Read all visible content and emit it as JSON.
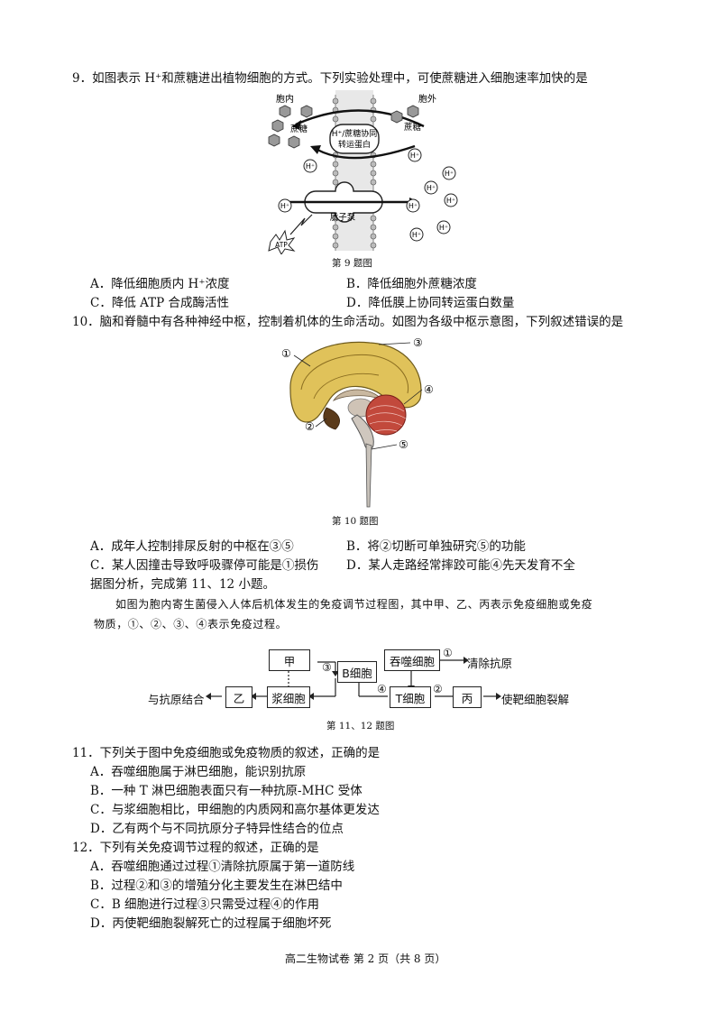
{
  "q9": {
    "stem": "9．如图表示 H⁺和蔗糖进出植物细胞的方式。下列实验处理中，可使蔗糖进入细胞速率加快的是",
    "fig": {
      "inside": "胞内",
      "outside": "胞外",
      "sucrose_in": "蔗糖",
      "sucrose_out": "蔗糖",
      "symporter_l1": "H⁺/蔗糖协同",
      "symporter_l2": "转运蛋白",
      "pump": "质子泵",
      "hplus": "H⁺",
      "atp": "ATP"
    },
    "caption": "第 9 题图",
    "options": [
      "A．降低细胞质内 H⁺浓度",
      "B．降低细胞外蔗糖浓度",
      "C．降低 ATP 合成酶活性",
      "D．降低膜上协同转运蛋白数量"
    ]
  },
  "q10": {
    "stem": "10．脑和脊髓中有各种神经中枢，控制着机体的生命活动。如图为各级中枢示意图，下列叙述错误的是",
    "labels": [
      "①",
      "②",
      "③",
      "④",
      "⑤"
    ],
    "caption": "第 10 题图",
    "options": [
      "A．成年人控制排尿反射的中枢在③⑤",
      "B．将②切断可单独研究⑤的功能",
      "C．某人因撞击导致呼吸骤停可能是①损伤",
      "D．某人走路经常摔跤可能④先天发育不全"
    ]
  },
  "passage": {
    "intro": "据图分析，完成第 11、12 小题。",
    "line1": "如图为胞内寄生菌侵入人体后机体发生的免疫调节过程图，其中甲、乙、丙表示免疫细胞或免疫",
    "line2": "物质，①、②、③、④表示免疫过程。"
  },
  "flow": {
    "jia": "甲",
    "bcell": "B细胞",
    "macrophage": "吞噬细胞",
    "clear": "清除抗原",
    "bind": "与抗原结合",
    "yi": "乙",
    "plasma": "浆细胞",
    "tcell": "T细胞",
    "bing": "丙",
    "lyse": "使靶细胞裂解",
    "m1": "①",
    "m2": "②",
    "m3": "③",
    "m4": "④"
  },
  "flow_caption": "第 11、12 题图",
  "q11": {
    "stem": "11．下列关于图中免疫细胞或免疫物质的叙述，正确的是",
    "options": [
      "A．吞噬细胞属于淋巴细胞，能识别抗原",
      "B．一种 T 淋巴细胞表面只有一种抗原-MHC 受体",
      "C．与浆细胞相比，甲细胞的内质网和高尔基体更发达",
      "D．乙有两个与不同抗原分子特异性结合的位点"
    ]
  },
  "q12": {
    "stem": "12．下列有关免疫调节过程的叙述，正确的是",
    "options": [
      "A．吞噬细胞通过过程①清除抗原属于第一道防线",
      "B．过程②和③的增殖分化主要发生在淋巴结中",
      "C．B 细胞进行过程③只需受过程④的作用",
      "D．丙使靶细胞裂解死亡的过程属于细胞坏死"
    ]
  },
  "footer": "高二生物试卷 第 2 页（共 8 页）"
}
